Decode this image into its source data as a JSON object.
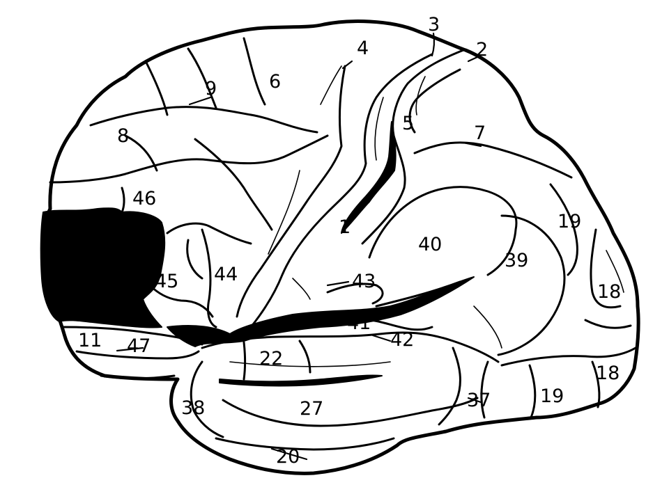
{
  "figure": {
    "highlight_fill": "#000000",
    "line_color": "#000000",
    "background": "#ffffff"
  },
  "areas": [
    {
      "id": "a4",
      "text": "4"
    },
    {
      "id": "a3",
      "text": "3"
    },
    {
      "id": "a2",
      "text": "2"
    },
    {
      "id": "a6",
      "text": "6"
    },
    {
      "id": "a9",
      "text": "9"
    },
    {
      "id": "a8",
      "text": "8"
    },
    {
      "id": "a5",
      "text": "5"
    },
    {
      "id": "a7",
      "text": "7"
    },
    {
      "id": "a46",
      "text": "46"
    },
    {
      "id": "a1",
      "text": "1"
    },
    {
      "id": "a40",
      "text": "40"
    },
    {
      "id": "a19a",
      "text": "19"
    },
    {
      "id": "a39",
      "text": "39"
    },
    {
      "id": "a45",
      "text": "45"
    },
    {
      "id": "a44",
      "text": "44"
    },
    {
      "id": "a43",
      "text": "43"
    },
    {
      "id": "a18a",
      "text": "18"
    },
    {
      "id": "a41",
      "text": "41"
    },
    {
      "id": "a42",
      "text": "42"
    },
    {
      "id": "a11",
      "text": "11"
    },
    {
      "id": "a47",
      "text": "47"
    },
    {
      "id": "a22",
      "text": "22"
    },
    {
      "id": "a18b",
      "text": "18"
    },
    {
      "id": "a19b",
      "text": "19"
    },
    {
      "id": "a37",
      "text": "37"
    },
    {
      "id": "a38",
      "text": "38"
    },
    {
      "id": "a27",
      "text": "27"
    },
    {
      "id": "a20",
      "text": "20"
    }
  ]
}
